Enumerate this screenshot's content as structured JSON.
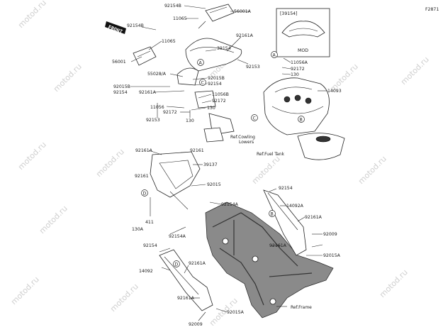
{
  "figure": {
    "id": "F2871",
    "front_label": "FRONT",
    "inset": {
      "ref_code": "[39154]",
      "caption": "MOD"
    },
    "refs": {
      "cowling_lowers": "Ref.Cowling\nLowers",
      "fuel_tank": "Ref.Fuel Tank",
      "frame": "Ref.Frame"
    },
    "callout_letters": [
      "A",
      "B",
      "C",
      "D"
    ]
  },
  "labels": [
    "92154B",
    "56001A",
    "11065",
    "92154B",
    "11065",
    "56001",
    "39154",
    "92161A",
    "92153",
    "55028/A",
    "92015B",
    "92154",
    "92015B",
    "92154",
    "92161A",
    "11056B",
    "92172",
    "130",
    "11056",
    "92172",
    "92153",
    "130",
    "11056A",
    "92172",
    "130",
    "14093",
    "92161A",
    "92161",
    "39137",
    "92161",
    "92015",
    "92154A",
    "411",
    "130A",
    "92154A",
    "92154",
    "14092",
    "92161A",
    "92161A",
    "92015A",
    "92009",
    "92154",
    "14092A",
    "92161A",
    "92161A",
    "92009",
    "92015A"
  ],
  "watermark": "motod.ru"
}
